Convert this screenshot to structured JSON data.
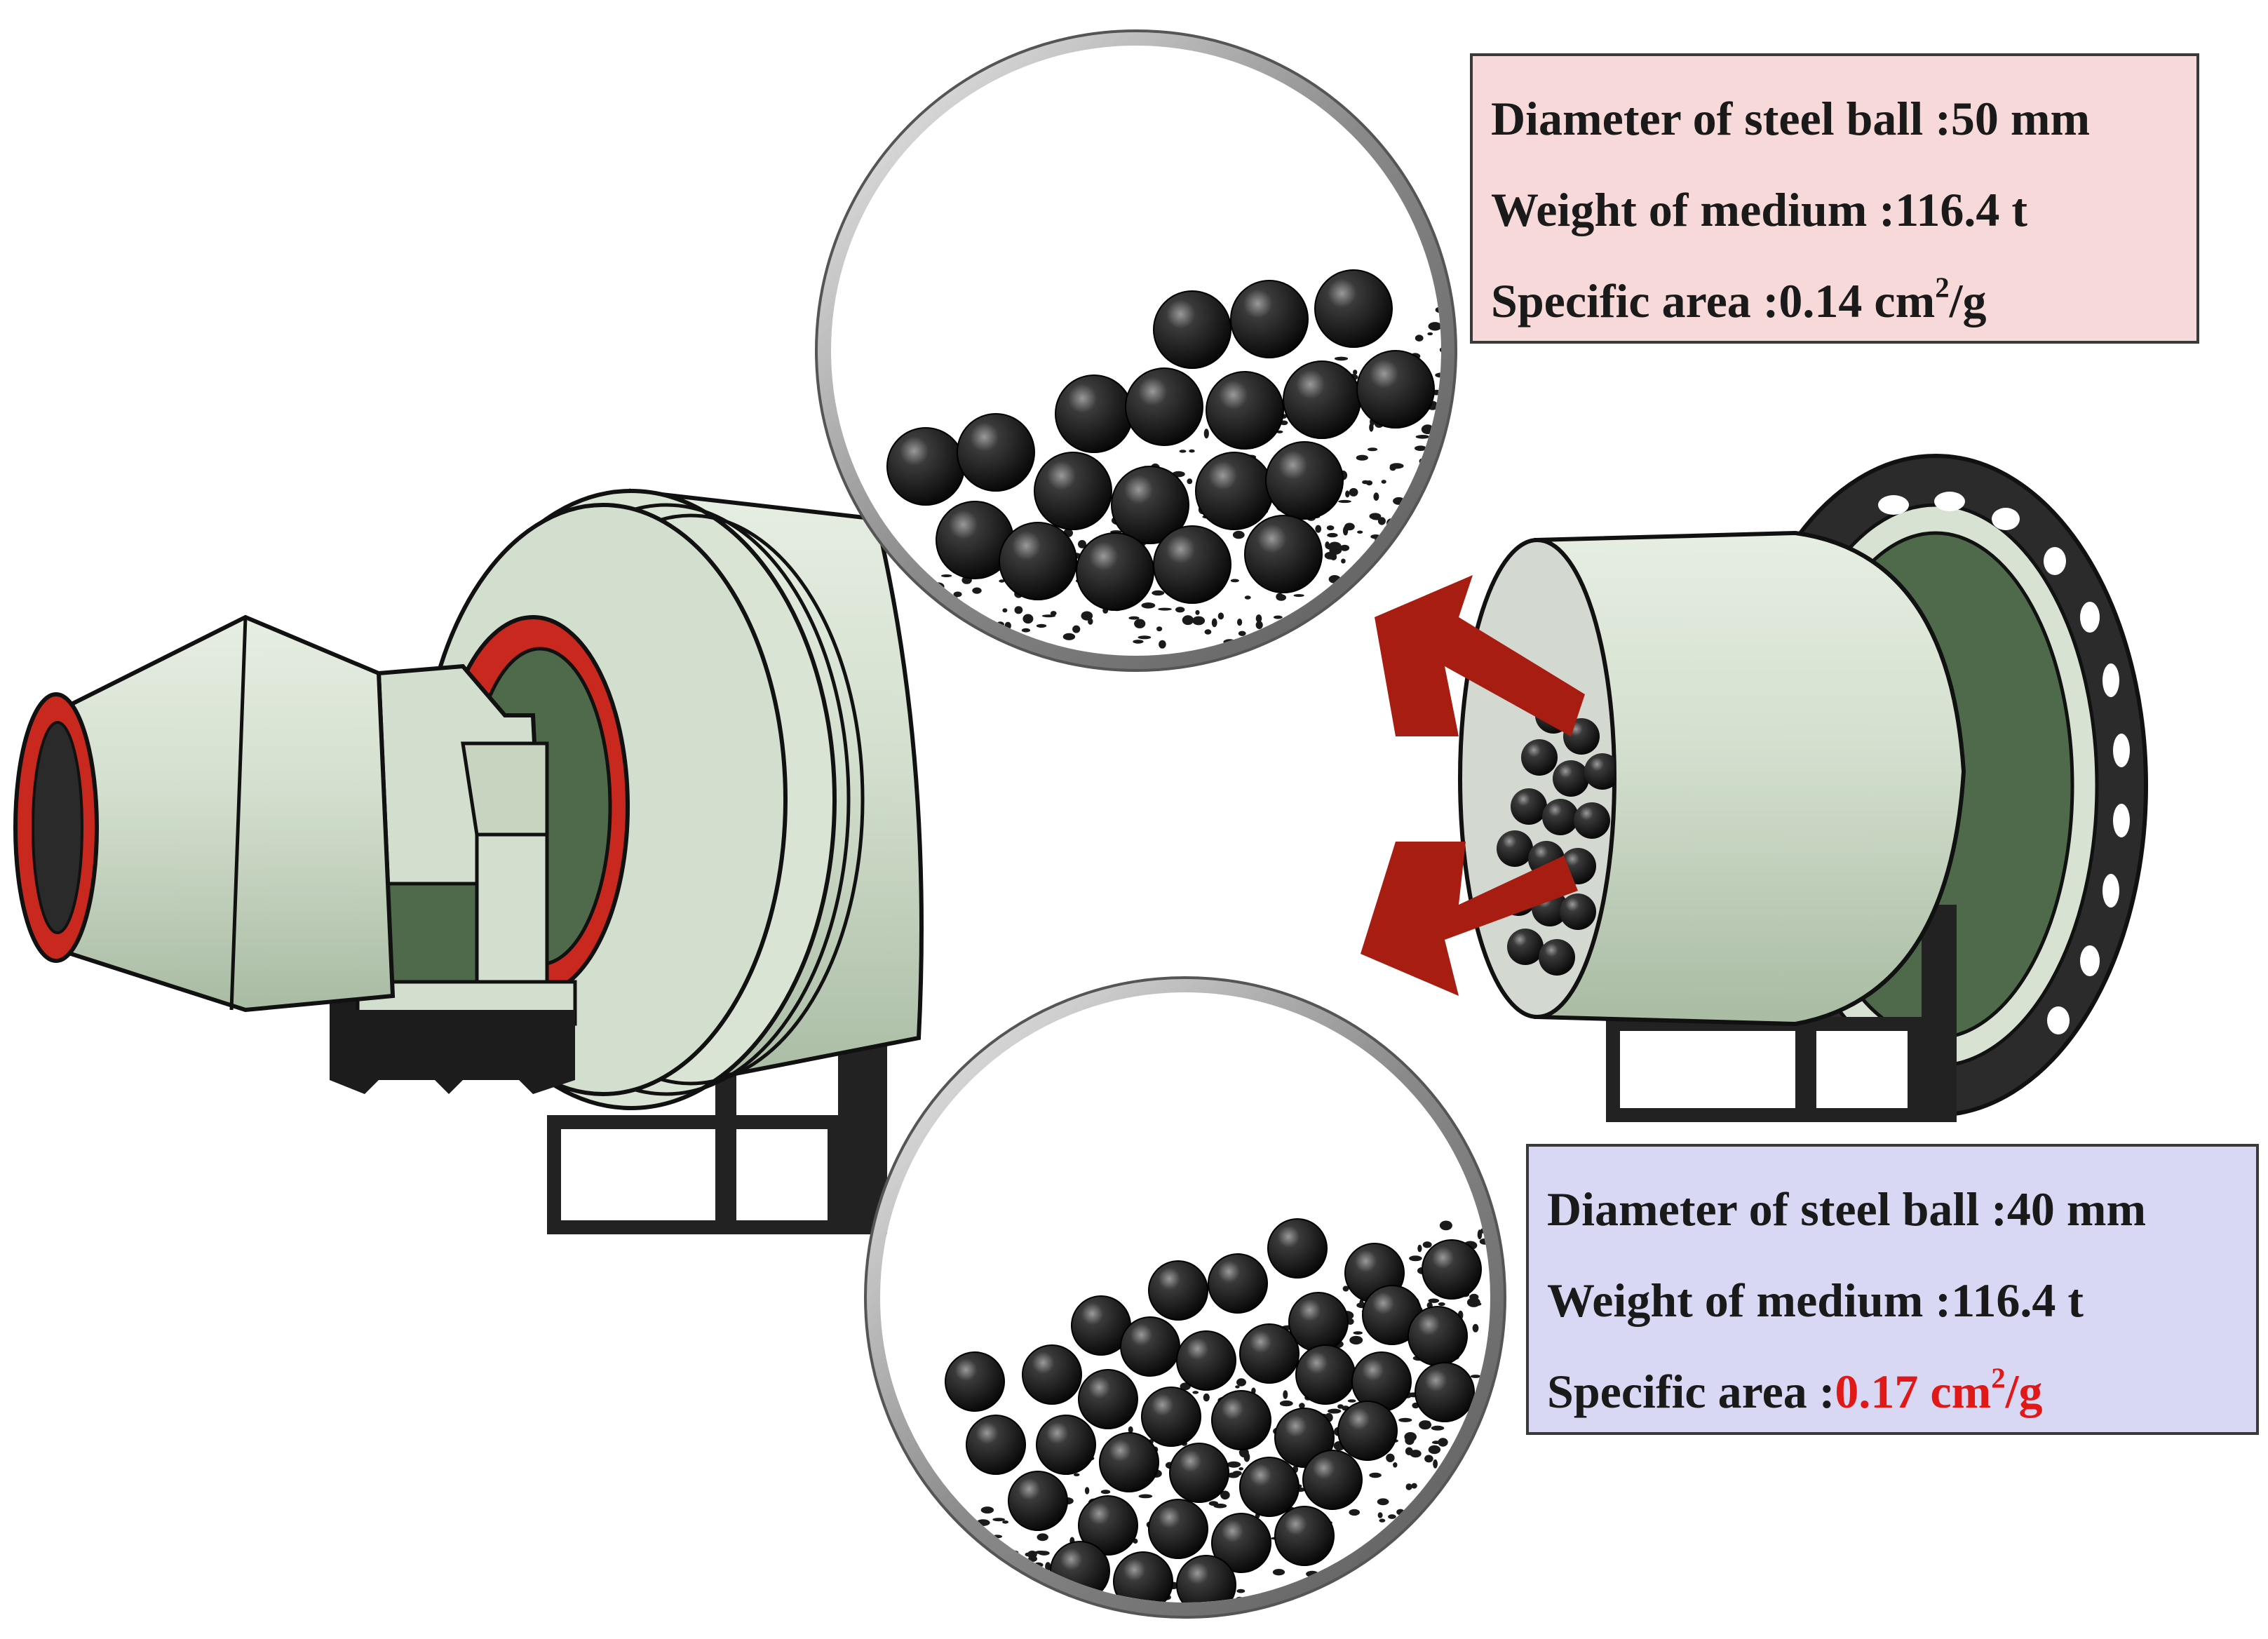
{
  "box_top": {
    "diameter_label": "Diameter of  steel ball :",
    "diameter_value": "50 mm",
    "weight_label": "Weight of medium :",
    "weight_value": "116.4 t",
    "area_label": "Specific area :",
    "area_value": "0.14 cm",
    "area_sup": "2",
    "area_unit": "/g"
  },
  "box_bottom": {
    "diameter_label": "Diameter of  steel ball :",
    "diameter_value": "40 mm",
    "weight_label": "Weight of medium :",
    "weight_value": "116.4 t",
    "area_label": "Specific area :",
    "area_value": "0.17 cm",
    "area_sup": "2",
    "area_unit": "/g"
  },
  "colors": {
    "mill_body": "#d4e0cf",
    "mill_shade": "#b8c8b2",
    "accent_red": "#c8281e",
    "ring_green": "#4e6a4a",
    "arrow_red": "#a81d12",
    "frame_dark": "#222222",
    "top_box_bg": "#f6d9d8",
    "bottom_box_bg": "#d8d8f4",
    "highlight_text": "#e01818"
  }
}
